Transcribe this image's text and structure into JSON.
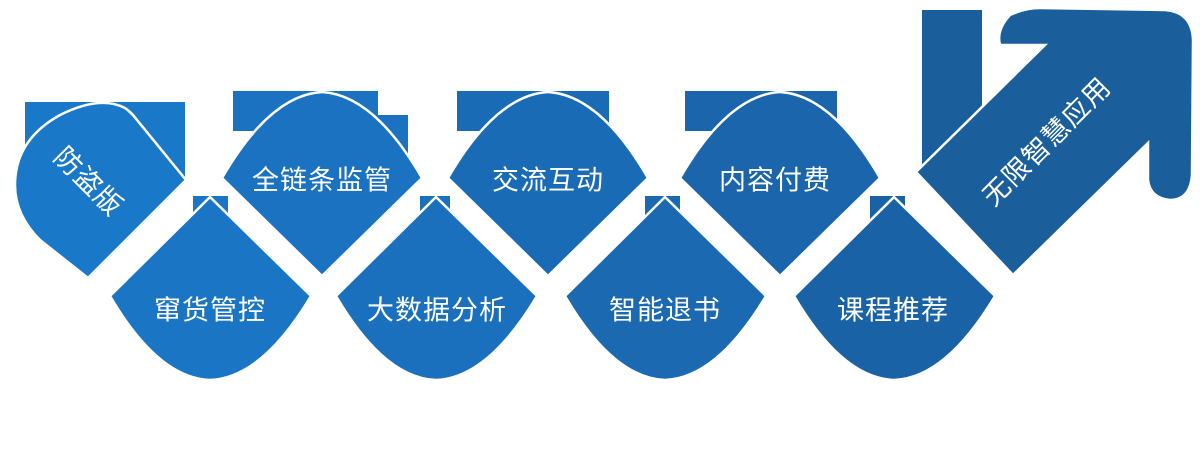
{
  "diagram": {
    "start": {
      "label": "防盗版",
      "color": "#1a78c8"
    },
    "upper_row": [
      {
        "label": "全链条监管",
        "color": "#1a72c0"
      },
      {
        "label": "交流互动",
        "color": "#1a6bb6"
      },
      {
        "label": "内容付费",
        "color": "#1a65ab"
      }
    ],
    "lower_row": [
      {
        "label": "窜货管控",
        "color": "#1a76c4"
      },
      {
        "label": "大数据分析",
        "color": "#1a70bc"
      },
      {
        "label": "智能退书",
        "color": "#1a69b1"
      },
      {
        "label": "课程推荐",
        "color": "#1a62a6"
      }
    ],
    "arrow": {
      "label": "无限智慧应用",
      "color": "#1a5e9c"
    }
  }
}
